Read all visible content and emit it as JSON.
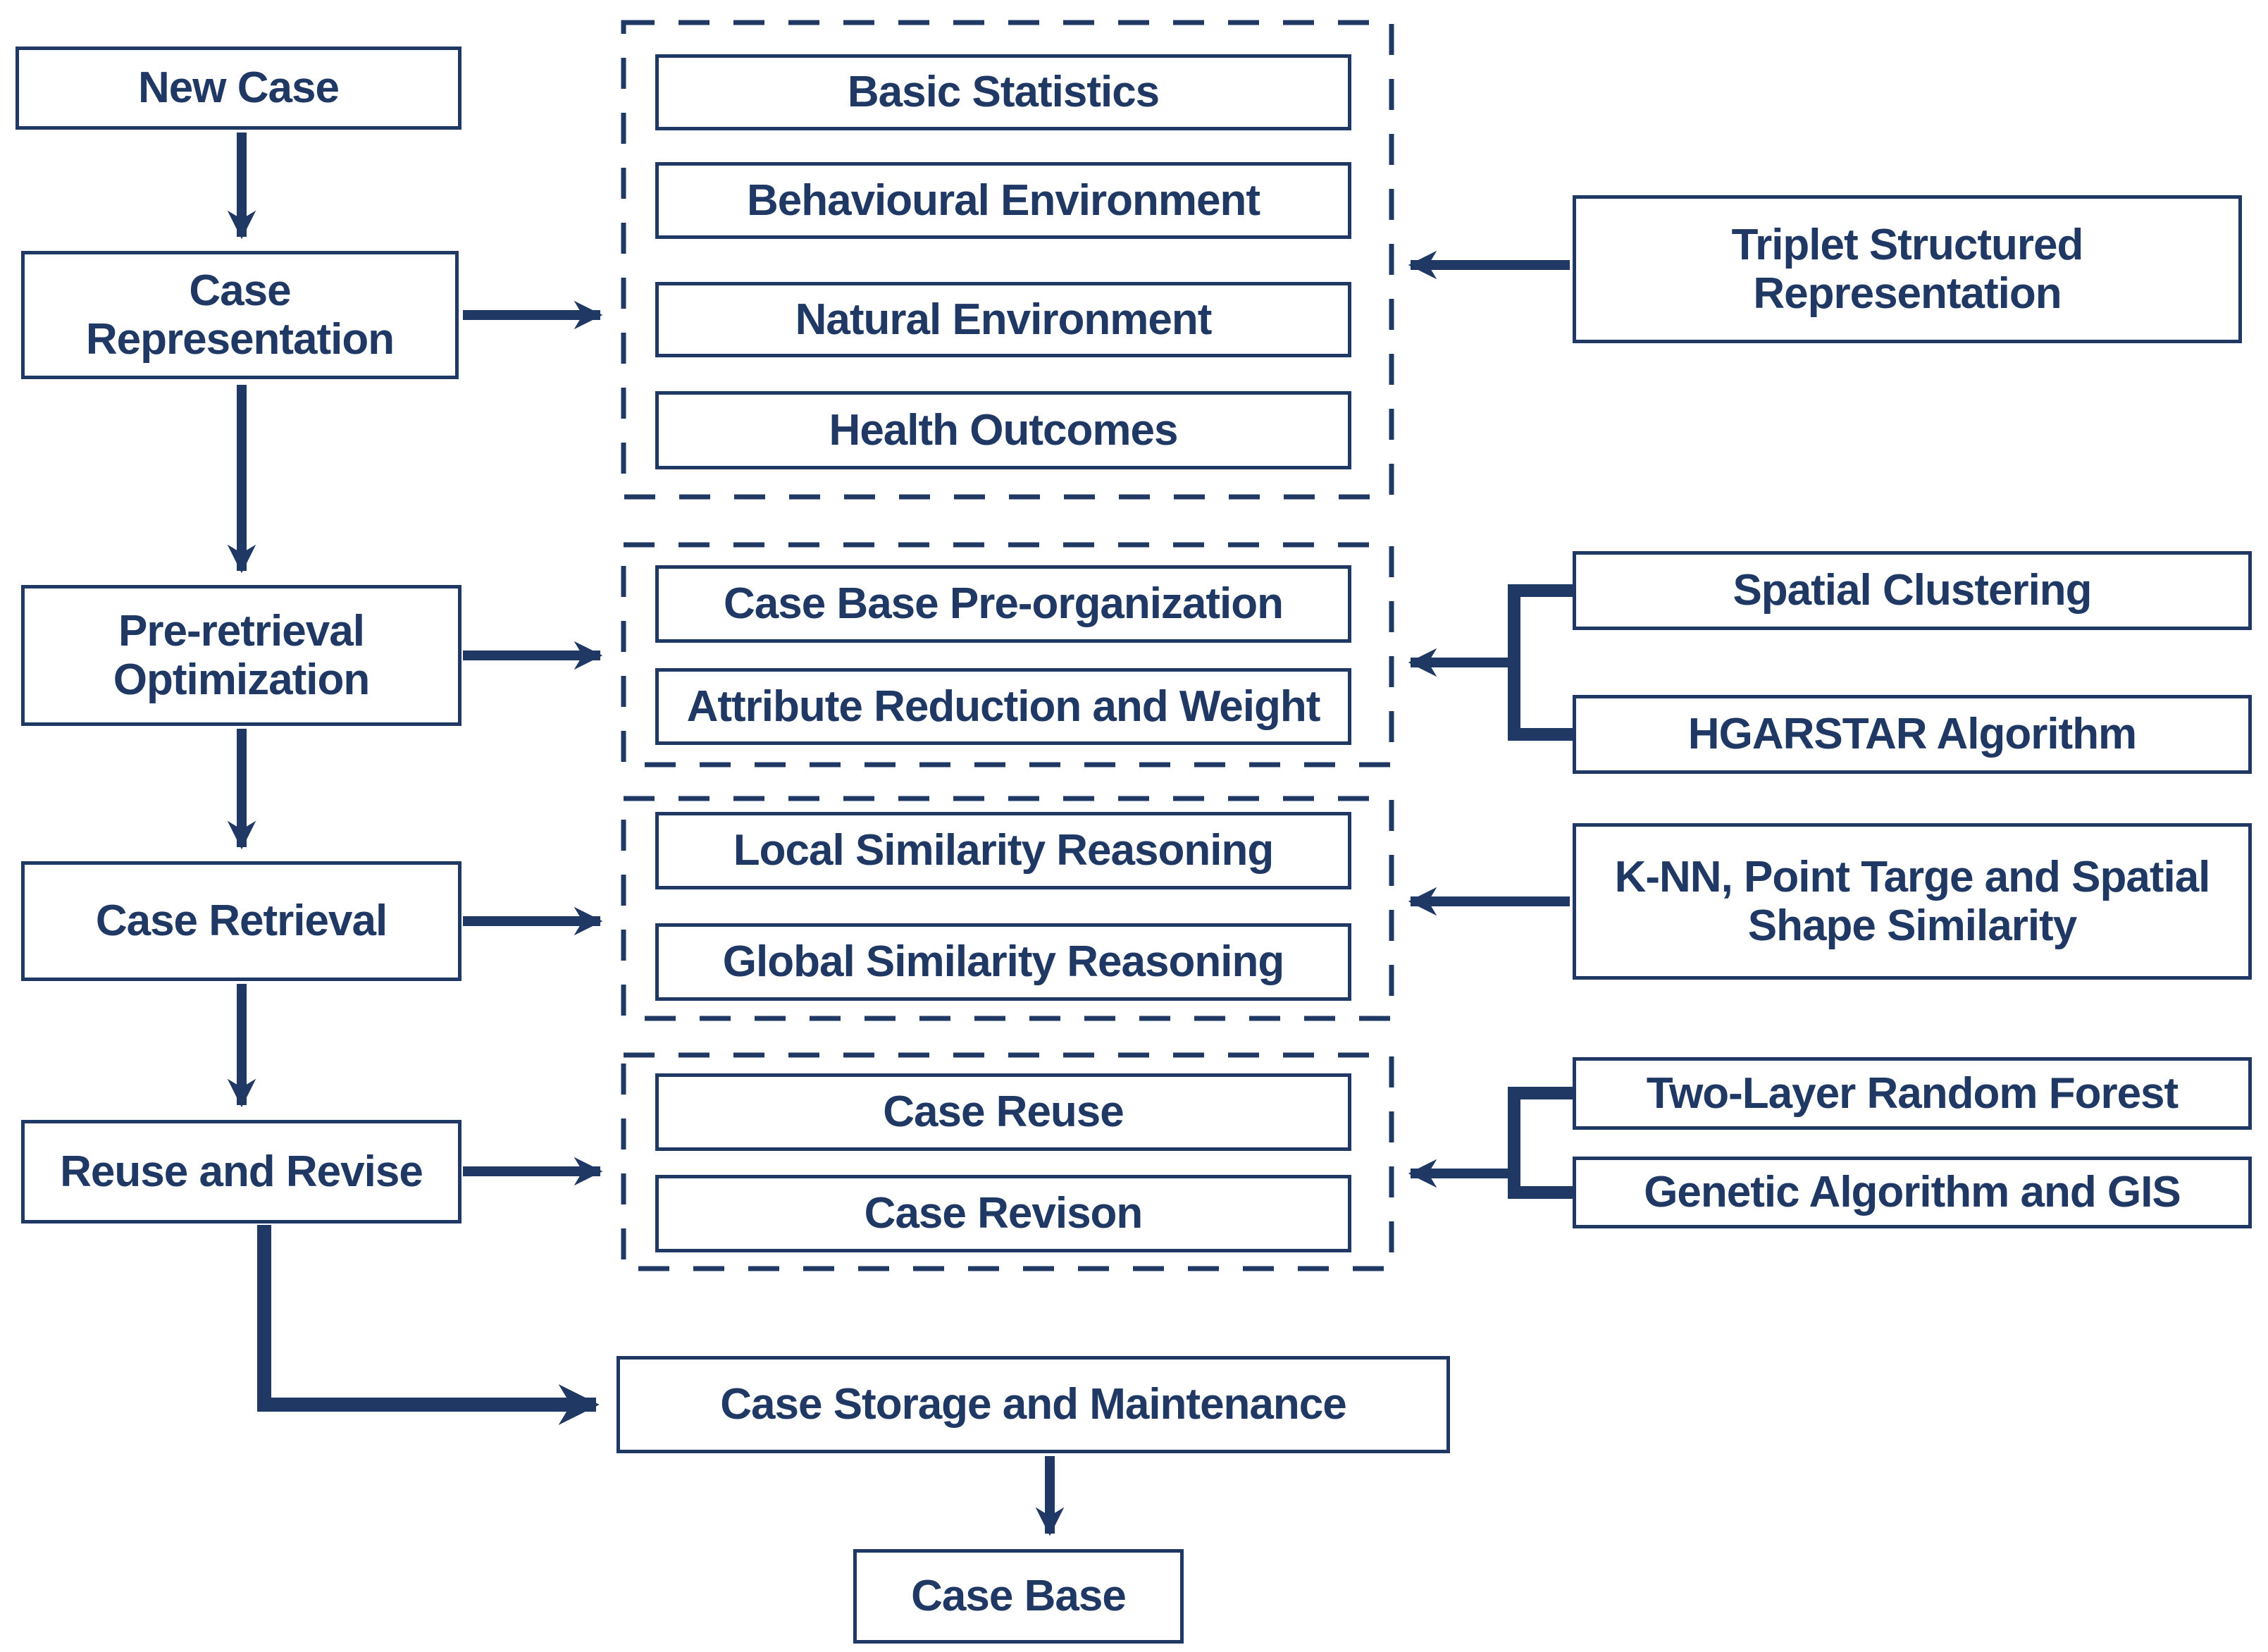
{
  "flow": {
    "new_case": "New Case",
    "case_representation": "Case Representation",
    "pre_retrieval": "Pre-retrieval Optimization",
    "case_retrieval": "Case Retrieval",
    "reuse_revise": "Reuse and Revise",
    "case_storage": "Case Storage and Maintenance",
    "case_base": "Case Base"
  },
  "feature_groups": [
    {
      "items": [
        "Basic Statistics",
        "Behavioural Environment",
        "Natural Environment",
        "Health Outcomes"
      ]
    },
    {
      "items": [
        "Case Base Pre-organization",
        "Attribute Reduction and Weight"
      ]
    },
    {
      "items": [
        "Local Similarity Reasoning",
        "Global Similarity Reasoning"
      ]
    },
    {
      "items": [
        "Case Reuse",
        "Case Revison"
      ]
    }
  ],
  "techniques": {
    "triplet": "Triplet Structured Representation",
    "spatial_clustering": "Spatial Clustering",
    "hgarstar": "HGARSTAR Algorithm",
    "knn": "K-NN, Point Targe and Spatial Shape Similarity",
    "two_layer_rf": "Two-Layer Random Forest",
    "genetic_gis": "Genetic Algorithm and GIS"
  },
  "colors": {
    "ink": "#1f3864",
    "background": "#ffffff"
  }
}
